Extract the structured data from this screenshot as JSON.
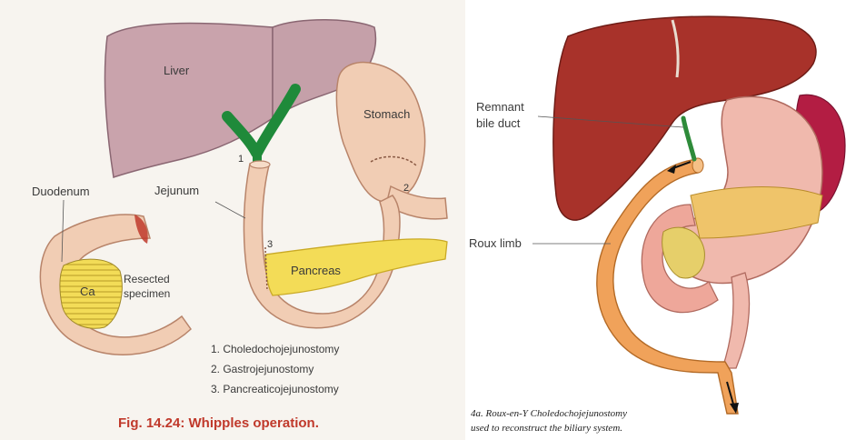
{
  "left_figure": {
    "labels": {
      "liver": "Liver",
      "stomach": "Stomach",
      "duodenum": "Duodenum",
      "jejunum": "Jejunum",
      "pancreas": "Pancreas",
      "ca": "Ca",
      "resected_1": "Resected",
      "resected_2": "specimen"
    },
    "markers": [
      "1",
      "2",
      "3"
    ],
    "legend": [
      "1. Choledochojejunostomy",
      "2. Gastrojejunostomy",
      "3. Pancreaticojejunostomy"
    ],
    "caption": "Fig. 14.24: Whipples operation."
  },
  "right_figure": {
    "labels": {
      "remnant_1": "Remnant",
      "remnant_2": "bile duct",
      "roux": "Roux limb"
    },
    "caption_1": "4a. Roux-en-Y Choledochojejunostomy",
    "caption_2": "used to reconstruct the biliary system."
  },
  "colors": {
    "panel_bg": "#f7f4ef",
    "liver_left": "#c9a3ac",
    "jejunum_left": "#f1cdb4",
    "bile_duct_green": "#1f8a3a",
    "pancreas_yellow": "#f3dc57",
    "liver_right": "#a8322a",
    "roux_orange": "#f0a25a",
    "caption_red": "#c0392b"
  }
}
